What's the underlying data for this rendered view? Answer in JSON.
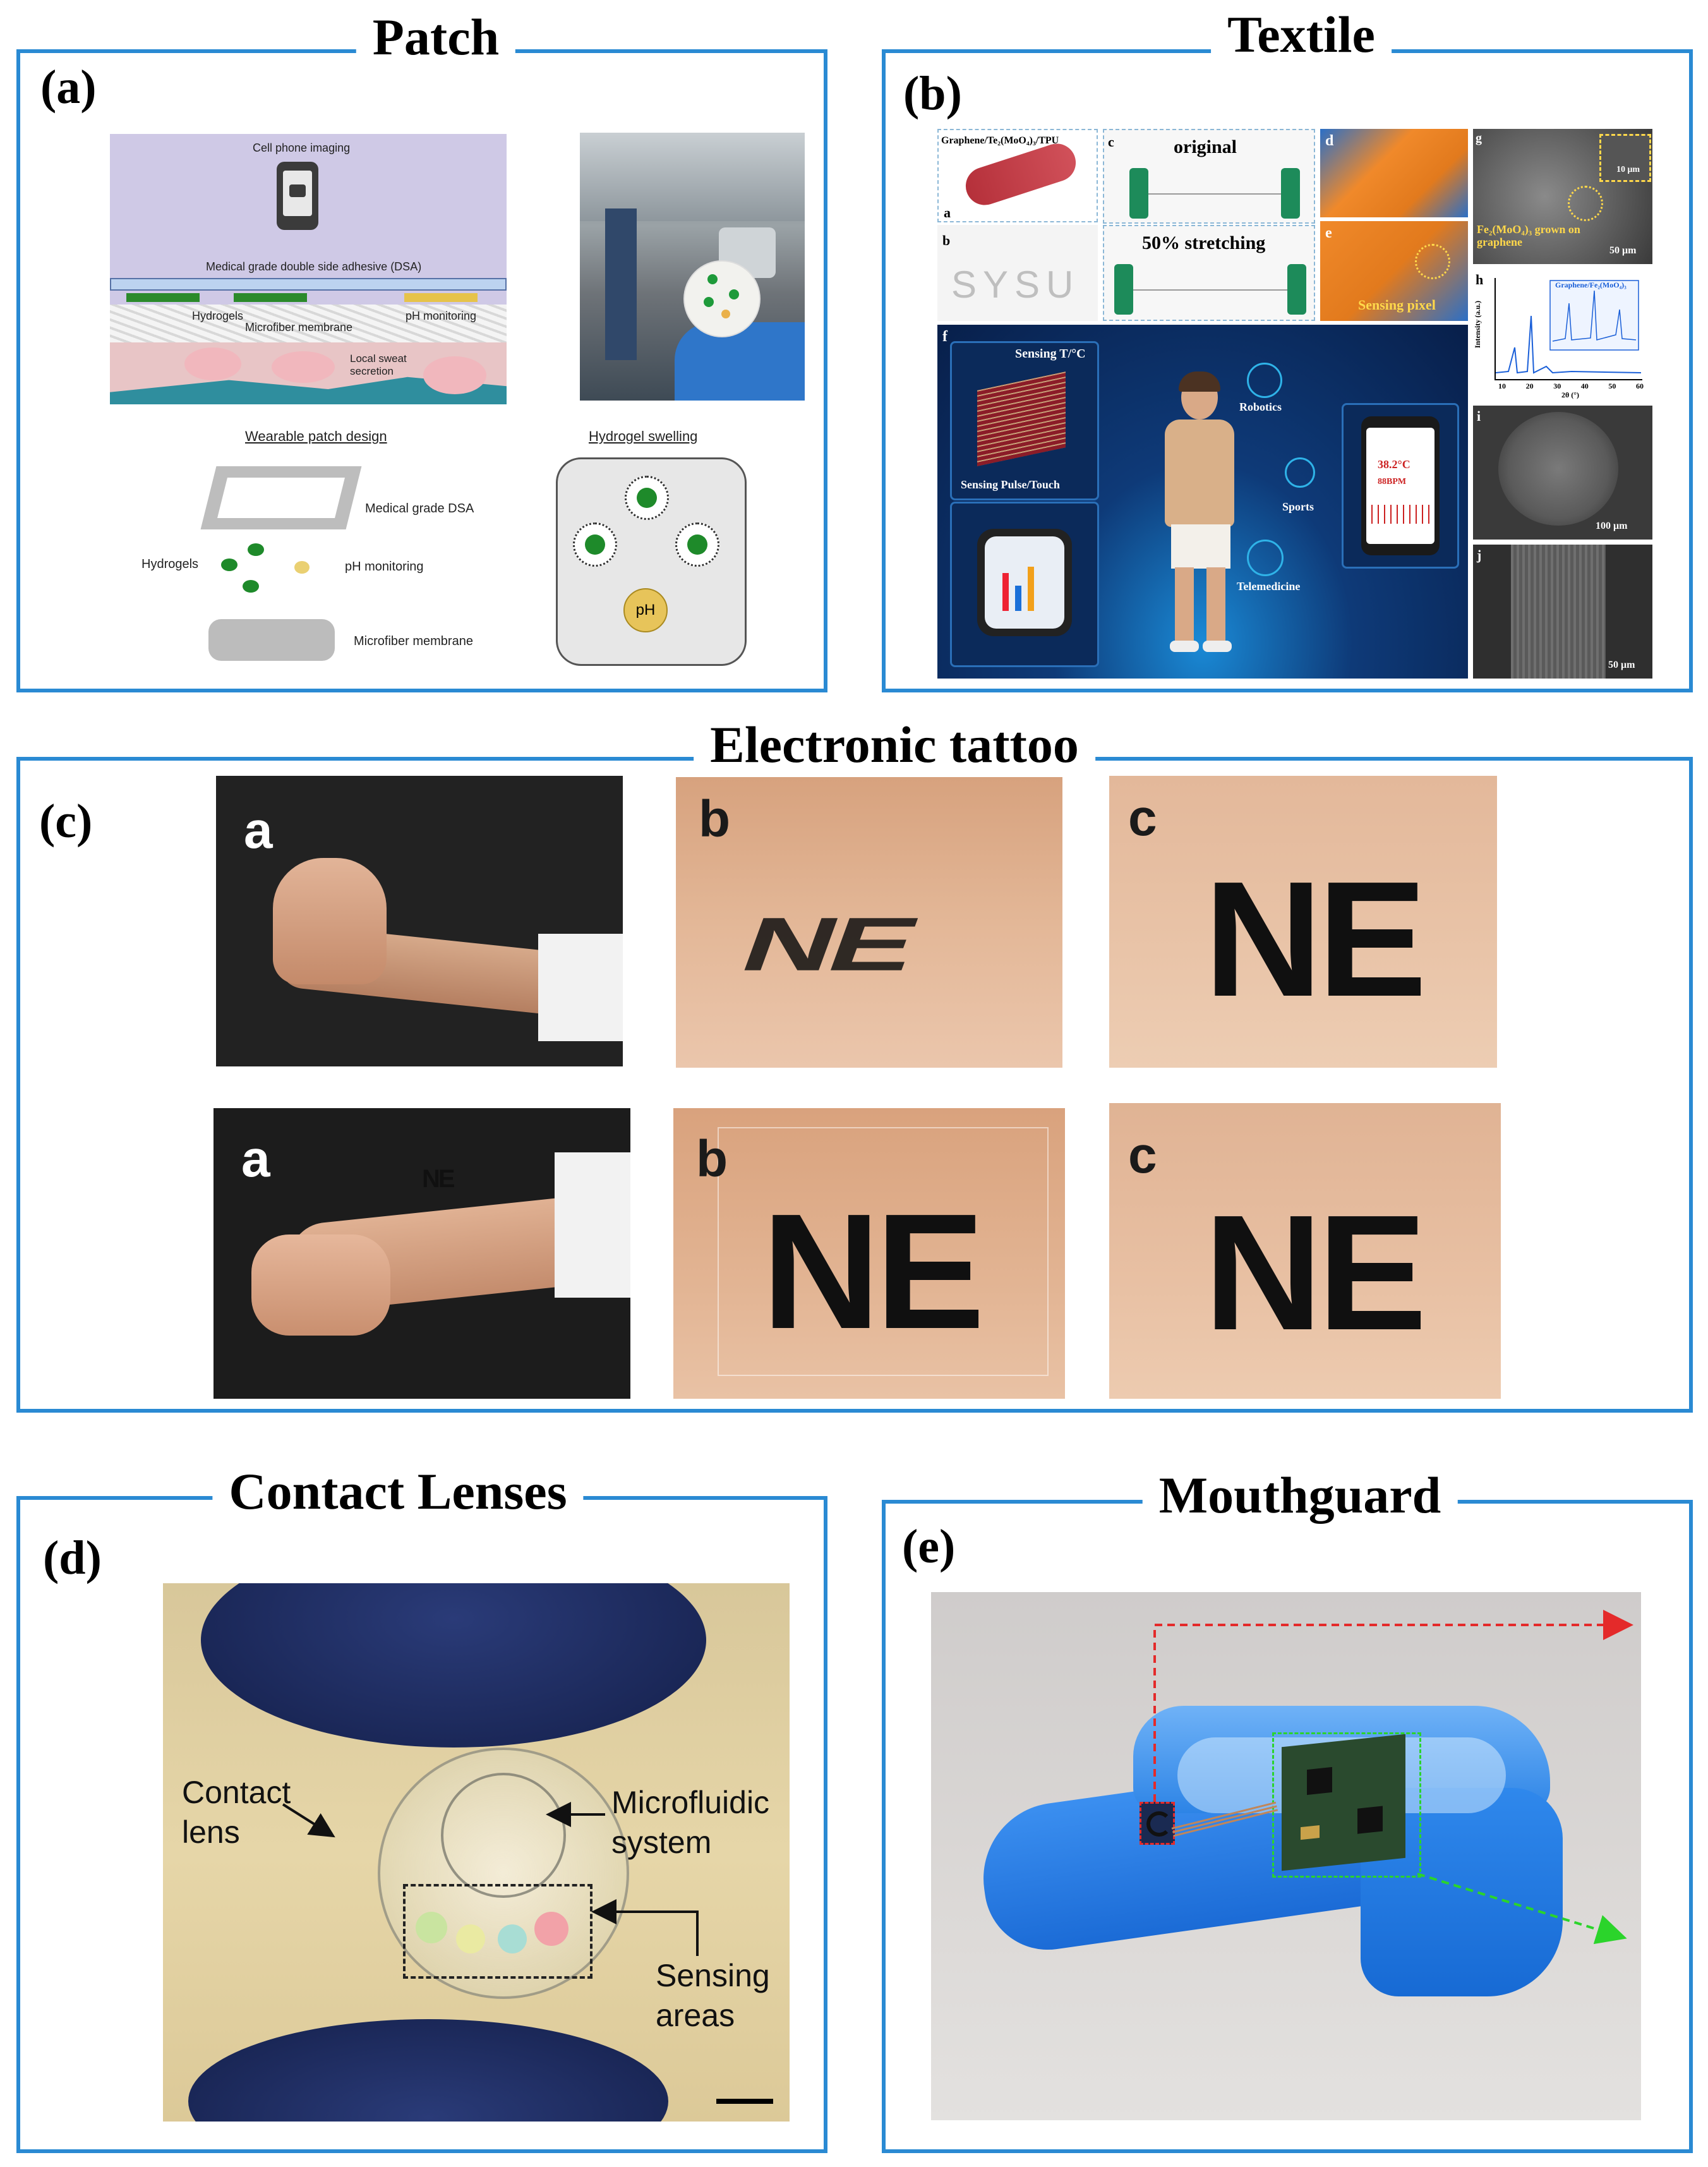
{
  "panels": {
    "patch": {
      "title": "Patch",
      "label": "(a)"
    },
    "textile": {
      "title": "Textile",
      "label": "(b)"
    },
    "tattoo": {
      "title": "Electronic tattoo",
      "label": "(c)"
    },
    "lenses": {
      "title": "Contact Lenses",
      "label": "(d)"
    },
    "mouthguard": {
      "title": "Mouthguard",
      "label": "(e)"
    }
  },
  "patch_diagram": {
    "phone_caption": "Cell phone imaging",
    "dsa_caption": "Medical grade double side adhesive (DSA)",
    "hydrogels": "Hydrogels",
    "microfiber": "Microfiber membrane",
    "ph": "pH monitoring",
    "sweat": "Local sweat secretion",
    "design_title": "Wearable patch design",
    "swelling_title": "Hydrogel swelling",
    "design_dsa": "Medical grade DSA",
    "design_hydrogels": "Hydrogels",
    "design_ph": "pH monitoring",
    "design_microfiber": "Microfiber membrane",
    "ph_badge": "pH"
  },
  "textile": {
    "a_label": "a",
    "b_label": "b",
    "c_label": "c",
    "d_label": "d",
    "e_label": "e",
    "f_label": "f",
    "g_label": "g",
    "h_label": "h",
    "i_label": "i",
    "j_label": "j",
    "fiber_text": "Graphene/Te₂(MoO₄)₃/TPU",
    "handwriting": "SYSU",
    "original": "original",
    "stretching": "50% stretching",
    "sensing_pixel": "Sensing pixel",
    "sensing_t": "Sensing T/°C",
    "sensing_pulse": "Sensing Pulse/Touch",
    "robotics": "Robotics",
    "sports": "Sports",
    "telemedicine": "Telemedicine",
    "phone_temp": "38.2°C",
    "phone_rate": "88BPM",
    "sem_g_text": "Fe₂(MoO₄)₃ grown on graphene",
    "sem_g_scale": "50 μm",
    "sem_g_inset": "10 μm",
    "xrd_title": "Graphene/Fe₂(MoO₄)₃",
    "xrd_ylabel": "Intensity (a.u.)",
    "xrd_xlabel": "2θ (°)",
    "xrd_ticks": [
      "10",
      "20",
      "30",
      "40",
      "50",
      "60"
    ],
    "sem_i_scale": "100 μm",
    "sem_j_scale": "50 μm"
  },
  "tattoo": {
    "top": [
      "a",
      "b",
      "c"
    ],
    "bottom": [
      "a",
      "b",
      "c"
    ],
    "ne_text": "NE"
  },
  "lenses": {
    "contact_lens": "Contact\nlens",
    "microfluidic": "Microfluidic\nsystem",
    "sensing": "Sensing\nareas"
  }
}
